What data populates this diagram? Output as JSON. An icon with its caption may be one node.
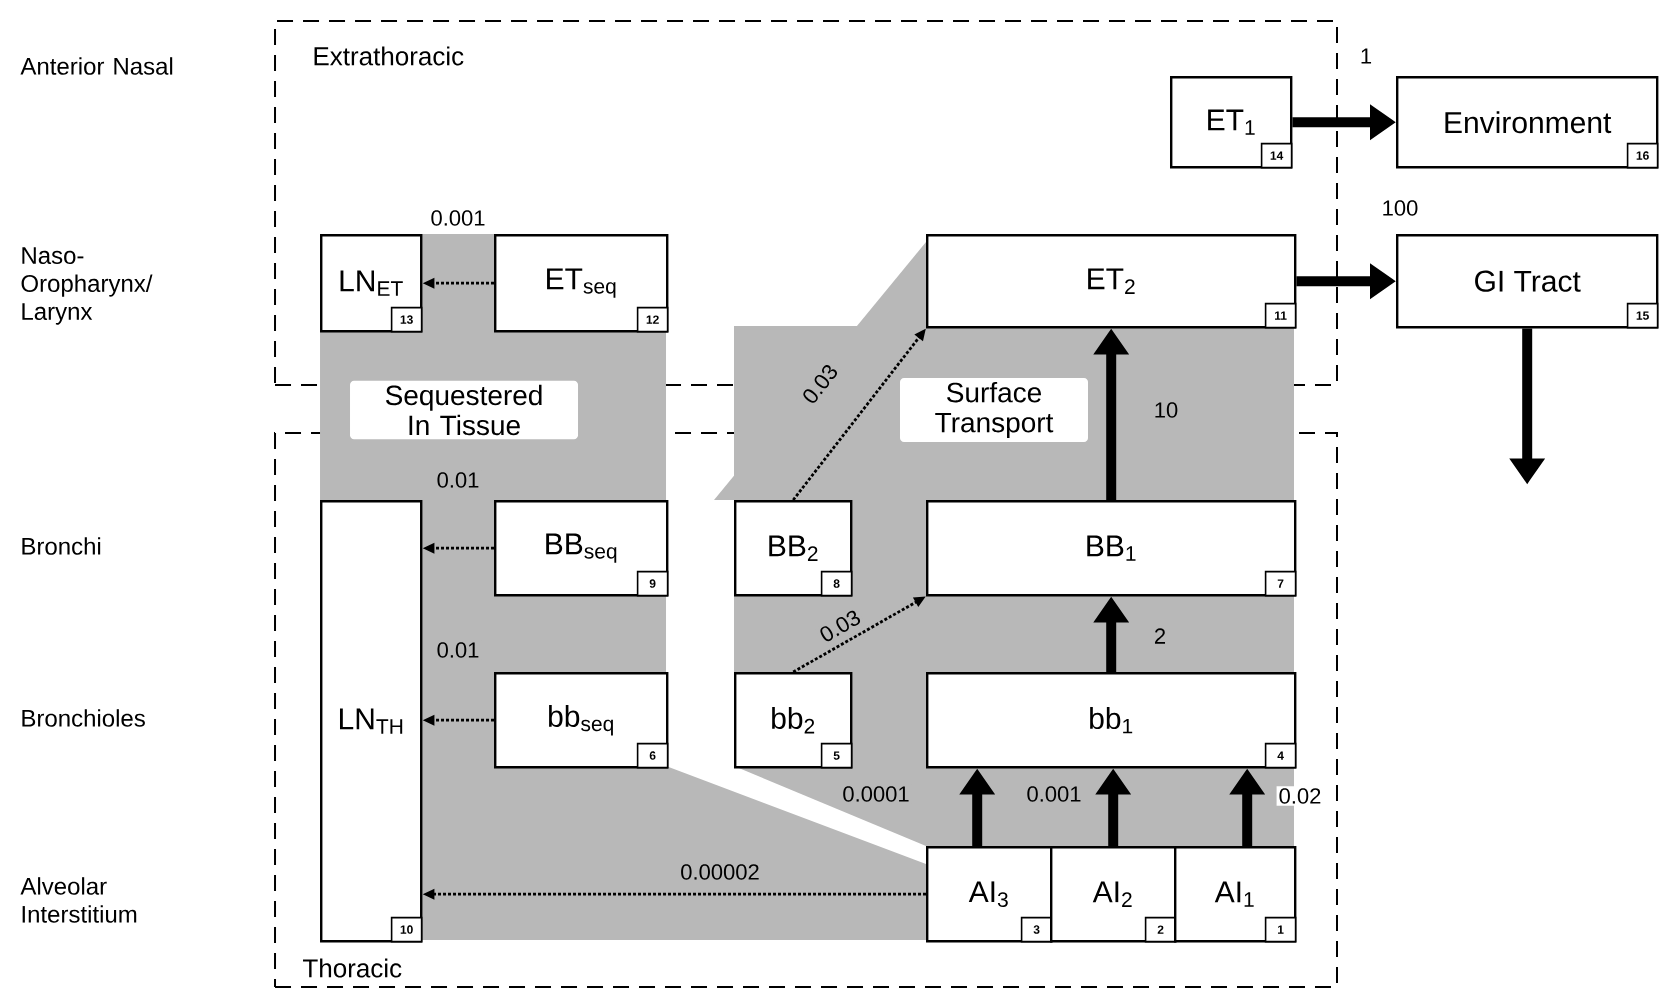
{
  "diagram": {
    "nodes": [
      {
        "text": [
          "Extrathoracic"
        ]
      },
      {
        "text": [
          "ET$_{1}$",
          "14"
        ],
        "in": 0
      },
      {
        "text": [
          "Environment",
          "16"
        ]
      },
      {
        "text": [
          "LN$_{ET}$",
          "13"
        ],
        "in": 0
      },
      {
        "text": [
          "ET$_{seq}$",
          "12"
        ],
        "in": 0
      },
      {
        "text": [
          "ET$_{2}$",
          "11"
        ],
        "in": 0
      },
      {
        "text": [
          "GI Tract",
          "15"
        ]
      },
      {
        "text": [
          "Thoracic"
        ]
      },
      {
        "text": [
          "LN$_{TH}$",
          "10"
        ],
        "in": 7
      },
      {
        "text": [
          "BB$_{seq}$",
          "9"
        ],
        "in": 7
      },
      {
        "text": [
          "BB$_{2}$",
          "8"
        ],
        "in": 7
      },
      {
        "text": [
          "BB$_{1}$",
          "7"
        ],
        "in": 7
      },
      {
        "text": [
          "bb$_{seq}$",
          "6"
        ],
        "in": 7
      },
      {
        "text": [
          "bb$_{2}$",
          "5"
        ],
        "in": 7
      },
      {
        "text": [
          "bb$_{1}$",
          "4"
        ],
        "in": 7
      },
      {
        "text": [
          "AI$_{3}$",
          "3"
        ],
        "in": 7
      },
      {
        "text": [
          "AI$_{2}$",
          "2"
        ],
        "in": 7
      },
      {
        "text": [
          "AI$_{1}$",
          "1"
        ],
        "in": 7
      }
    ],
    "edges": [
      {
        "from": 1,
        "to": 2,
        "arrow": "to",
        "label": "1"
      },
      {
        "from": 4,
        "to": 3,
        "arrow": "to",
        "label": "0.001",
        "style": "dashed"
      },
      {
        "from": 5,
        "to": 6,
        "arrow": "to",
        "label": "100"
      },
      {
        "from": 6,
        "to": null,
        "arrow": "to"
      },
      {
        "from": 11,
        "to": 5,
        "arrow": "to",
        "label": "10"
      },
      {
        "from": 10,
        "to": 5,
        "arrow": "to",
        "label": "0.03",
        "style": "dashed"
      },
      {
        "from": 9,
        "to": 8,
        "arrow": "to",
        "label": "0.01",
        "style": "dashed"
      },
      {
        "from": 12,
        "to": 8,
        "arrow": "to",
        "label": "0.01",
        "style": "dashed"
      },
      {
        "from": 13,
        "to": 11,
        "arrow": "to",
        "label": "0.03",
        "style": "dashed"
      },
      {
        "from": 14,
        "to": 11,
        "arrow": "to",
        "label": "2"
      },
      {
        "from": 15,
        "to": 14,
        "arrow": "to",
        "label": "0.0001"
      },
      {
        "from": 16,
        "to": 14,
        "arrow": "to",
        "label": "0.001"
      },
      {
        "from": 17,
        "to": 14,
        "arrow": "to",
        "label": "0.02"
      },
      {
        "from": 15,
        "to": 8,
        "arrow": "to",
        "label": "0.00002",
        "style": "dashed"
      }
    ],
    "labels": [
      "Anterior Nasal",
      "Naso-Oropharynx/ Larynx",
      "Sequestered In Tissue",
      "Surface Transport",
      "Bronchi",
      "Bronchioles",
      "Alveolar Interstitium"
    ]
  }
}
